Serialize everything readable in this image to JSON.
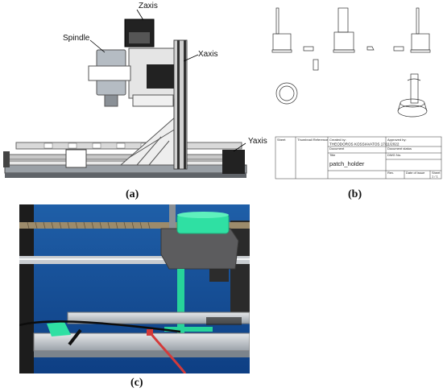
{
  "panel_a": {
    "caption": "(a)",
    "labels": {
      "zaxis": "Zaxis",
      "spindle": "Spindle",
      "xaxis": "Xaxis",
      "yaxis": "Yaxis"
    }
  },
  "panel_b": {
    "caption": "(b)",
    "title_block": {
      "sheet": "Sheet",
      "thumb": "Thumbnail Reference",
      "created_by_label": "Created by:",
      "created_by_value": "THEODOROS KOSSIAVATOS 17/11/2022",
      "approved_label": "Approved by:",
      "document_label": "Document",
      "document_status_label": "Document status",
      "title_label": "Title",
      "title_value": "patch_holder",
      "dwg_label": "DWG No.",
      "rev_label": "Rev.",
      "date_label": "Date of issue",
      "sheet_label": "Sheet",
      "sheet_value": "1 / 1"
    }
  },
  "panel_c": {
    "caption": "(c)"
  },
  "colors": {
    "accent": "#2ee6a6",
    "dark": "#333333"
  }
}
